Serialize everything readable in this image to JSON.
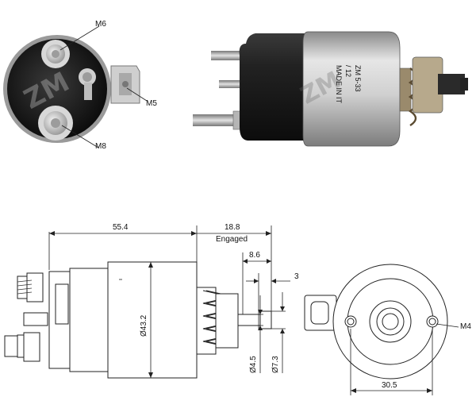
{
  "photo_labels": {
    "m6": "M6",
    "m5": "M5",
    "m8": "M8"
  },
  "body_text": {
    "line1": "ZM 5-33",
    "line2": "/ 12",
    "line3": "MADE IN IT"
  },
  "dimensions": {
    "overall_length": "55.4",
    "plunger_travel": "18.8",
    "engaged_label": "Engaged",
    "stroke": "8.6",
    "tip": "3",
    "body_diameter": "Ø43.2",
    "rod_diameter": "Ø4.5",
    "tip_diameter": "Ø7.3",
    "hole_spacing": "30.5",
    "thread": "M4"
  },
  "colors": {
    "body_silver": "#c9c9c9",
    "cap_black": "#1a1a1a",
    "terminal_steel": "#b8b8b8"
  }
}
